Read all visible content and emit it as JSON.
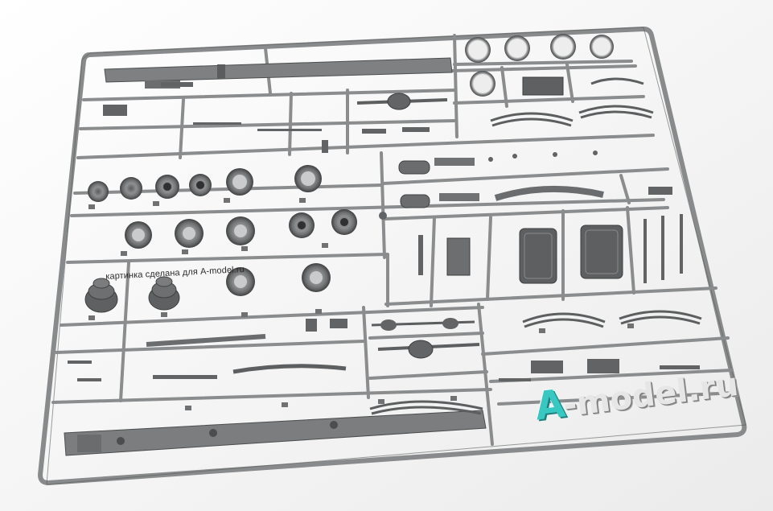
{
  "caption": "картинка сделана для A-model.ru",
  "watermark": {
    "letter": "A",
    "rest": "-model.ru"
  },
  "colors": {
    "background": "#f4f4f4",
    "sprue": "#8a8c8d",
    "sprue_edge": "#5b5d5e",
    "part": "#7a7c7d",
    "part_dark": "#4a4c4d",
    "watermark_accent": "#39c7c2"
  }
}
